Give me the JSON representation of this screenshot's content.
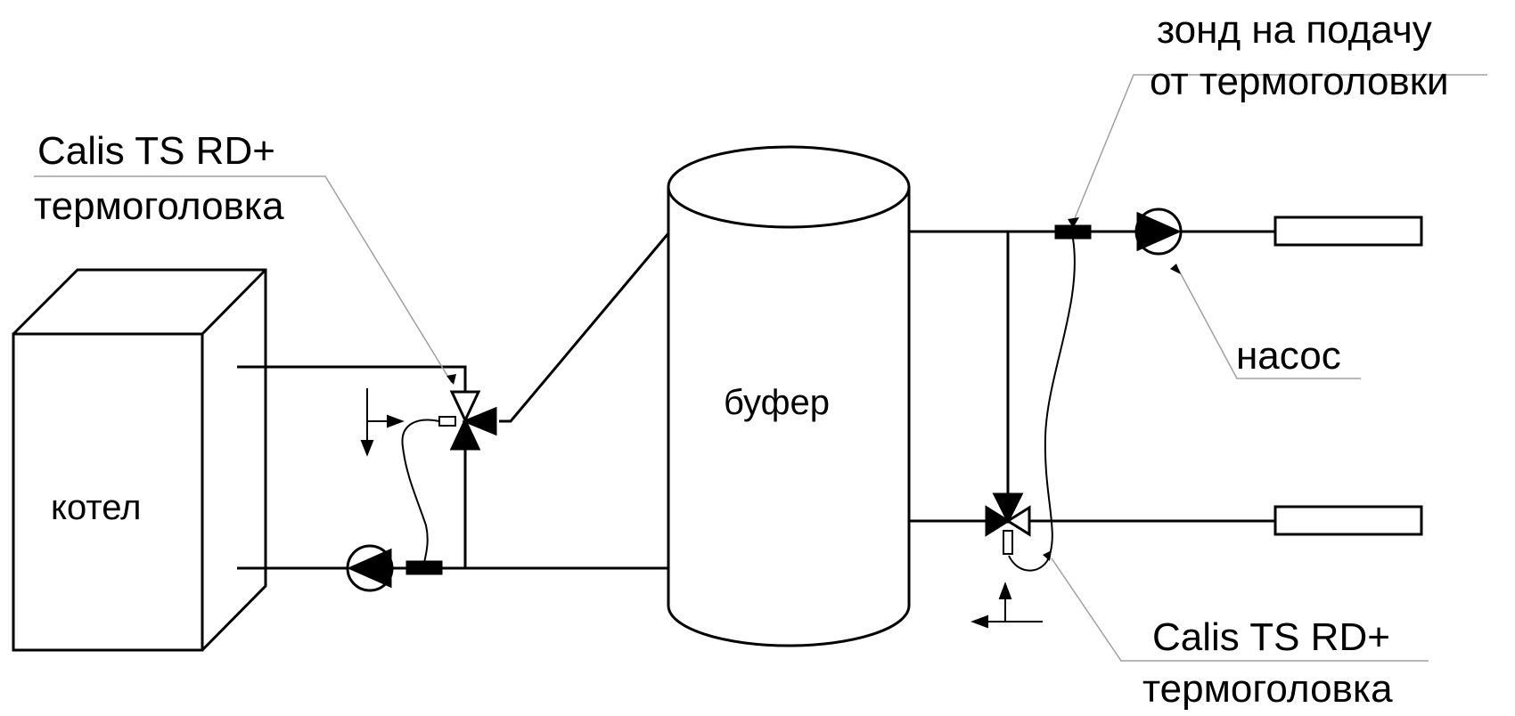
{
  "labels": {
    "boiler": "котел",
    "buffer": "буфер",
    "valve_left_title": "Calis TS RD+",
    "valve_left_sub": "термоголовка",
    "probe_line1": "зонд на подачу",
    "probe_line2": "от термоголовки",
    "pump": "насос",
    "valve_right_title": "Calis TS RD+",
    "valve_right_sub": "термоголовка"
  },
  "colors": {
    "line": "#000000",
    "leader": "#a0a0a0",
    "background": "#ffffff"
  },
  "components": [
    {
      "name": "boiler",
      "icon": "boiler-box-icon"
    },
    {
      "name": "buffer-tank",
      "icon": "cylinder-tank-icon"
    },
    {
      "name": "three-way-valve-left",
      "icon": "three-way-valve-icon"
    },
    {
      "name": "three-way-valve-right",
      "icon": "three-way-valve-icon"
    },
    {
      "name": "pump-boiler-circuit",
      "icon": "pump-icon"
    },
    {
      "name": "pump-heating-circuit",
      "icon": "pump-icon"
    },
    {
      "name": "radiator-top",
      "icon": "radiator-icon"
    },
    {
      "name": "radiator-bottom",
      "icon": "radiator-icon"
    }
  ]
}
